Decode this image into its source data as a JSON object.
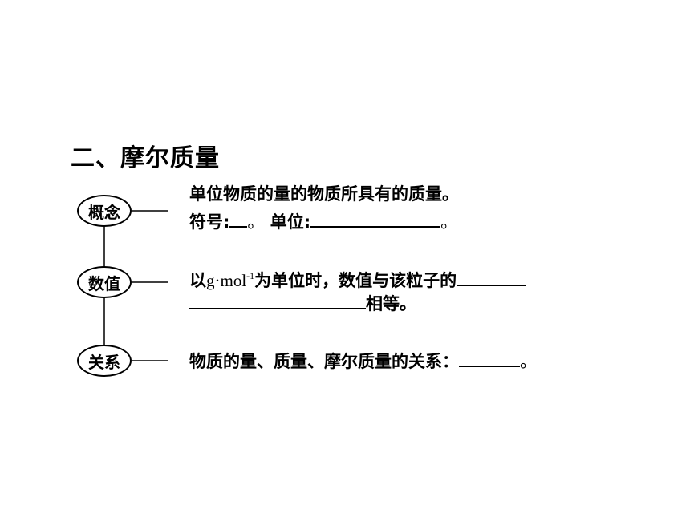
{
  "title": "二、摩尔质量",
  "nodes": {
    "concept": "概念",
    "value": "数值",
    "relation": "关系"
  },
  "concept": {
    "line1": "单位物质的量的物质所具有的质量。",
    "symbol_label": "符号:",
    "sep": "。",
    "unit_label": "单位:",
    "end": "。"
  },
  "value": {
    "prefix": "以",
    "unit": "g·mol",
    "sup": "-1",
    "line1_text": "为单位时，数值与该粒子的",
    "line2_text": "相等。"
  },
  "relation": {
    "text": "物质的量、质量、摩尔质量的关系：",
    "end": "。"
  }
}
